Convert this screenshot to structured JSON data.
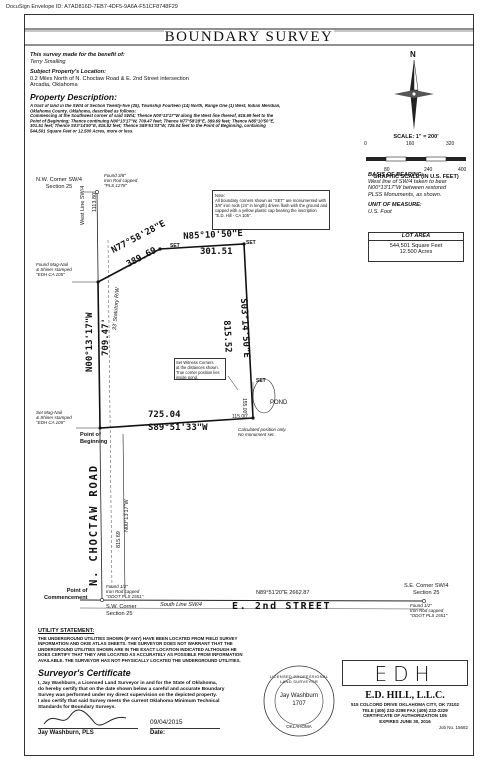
{
  "docusign_envelope": "DocuSign Envelope ID: A7AD816D-7EB7-4DF5-9A6A-F51CF8748F29",
  "title": "BOUNDARY SURVEY",
  "benefit": {
    "heading": "This survey made for the benefit of:",
    "name": "Terry Smalling"
  },
  "location": {
    "heading": "Subject Property's Location:",
    "line1": "0.2 Miles North of N. Choctaw Road & E. 2nd Street intersection",
    "line2": "Arcadia, Oklahoma"
  },
  "description": {
    "heading": "Property Description:",
    "lines": [
      "A tract of land in the SW/4 of Section Twenty-five (25), Township Fourteen (14) North, Range One (1) West, Indian Meridian,",
      "Oklahoma County, Oklahoma, described as follows:",
      "Commencing at the Southwest corner of said SW/4; Thence N00°13'17\"W along the West line thereof, 815.69 feet to the",
      "Point of Beginning; Thence continuing N00°13'17\"W, 709.47 feet; Thence N77°58'28\"E, 389.69 feet; Thence N85°10'50\"E,",
      "301.51 feet; Thence S03°14'50\"E, 815.52 feet; Thence S89°51'33\"W, 725.04 feet to the Point of Beginning, containing",
      "544,501 Square Feet or 12.500 Acres, more or less."
    ]
  },
  "north_arrow": {
    "label": "N",
    "icon": "north-arrow-icon"
  },
  "scale": {
    "title": "SCALE: 1\" = 200'",
    "ticks_top": [
      "0",
      "160",
      "320"
    ],
    "ticks_bottom": [
      "80",
      "240",
      "400"
    ],
    "caption": "GRAPHIC SCALE (IN U.S. FEET)"
  },
  "basis": {
    "heading": "BASIS OF BEARING:",
    "lines": [
      "West line of SW/4 taken to bear",
      "N00°13'17\"W between restored",
      "PLSS Monuments, as shown."
    ]
  },
  "unit": {
    "heading": "UNIT OF MEASURE:",
    "value": "U.S. Foot"
  },
  "lot_area": {
    "heading": "LOT AREA",
    "sqft": "544,501 Square Feet",
    "acres": "12.500 Acres"
  },
  "note": {
    "lines": [
      "Note:",
      "All boundary corners shown as \"SET\" are monumented with",
      "3/8\" iron rods (24\" in length) driven flush with the ground and",
      "capped with a yellow plastic cap bearing the inscription",
      "\"E.D. Hill - CA 105\"."
    ]
  },
  "plat": {
    "nw_corner": [
      "N.W. Corner SW/4",
      "Section 25"
    ],
    "found_nw": [
      "Found 3/8\"",
      "Iron Rod capped",
      "\"PLS 1278\""
    ],
    "west_line_label": "West Line SW/4",
    "west_dist_top": "1113.80'",
    "statutory_rw": "33' Statutory R/W",
    "found_mag": [
      "Found Mag-Nail",
      "& Shiner stamped",
      "\"EDH CA 105\""
    ],
    "set_mag": [
      "Set Mag-Nail",
      "& Shiner stamped",
      "\"EDH CA 105\""
    ],
    "bearing_west": "N00°13'17\"W",
    "dist_west": "709.47'",
    "bearing_nw": "N77°58'28\"E",
    "dist_nw": "389.69",
    "bearing_n": "N85°10'50\"E",
    "dist_n": "301.51",
    "bearing_e": "S03°14'50\"E",
    "dist_e": "815.52",
    "bearing_s": "S89°51'33\"W",
    "dist_s": "725.04",
    "set": "SET",
    "pob": [
      "Point of",
      "Beginning"
    ],
    "witness": [
      "Set Witness Corners",
      "at the distances shown.",
      "True corner position lies",
      "inside pond."
    ],
    "pond": "POND",
    "witness_dist1": "115.00'",
    "witness_dist2": "155.00'",
    "calculated": [
      "Calculated position only.",
      "No monument set."
    ],
    "road": "N. CHOCTAW ROAD",
    "road_dist": "815.69",
    "road_bearing": "N00°13'17\"W",
    "poc": [
      "Point of",
      "Commencement"
    ],
    "found_poc": [
      "Found 1/2\"",
      "Iron Rod capped",
      "\"ODOT PLS 1551\""
    ],
    "sw_corner": [
      "S.W. Corner",
      "Section 25"
    ],
    "south_line": "South Line SW/4",
    "south_bearing": "N89°51'20\"E  2662.87",
    "street": "E. 2nd STREET",
    "se_corner": [
      "S.E. Corner SW/4",
      "Section 25"
    ],
    "found_se": [
      "Found 1/2\"",
      "Iron Rod capped",
      "\"ODOT PLS 1551\""
    ]
  },
  "utility": {
    "heading": "UTILITY STATEMENT:",
    "lines": [
      "THE UNDERGROUND UTILITIES SHOWN (IF ANY) HAVE BEEN LOCATED FROM FIELD SURVEY",
      "INFORMATION AND OKIE ATLAS SHEETS. THE SURVEYOR DOES NOT WARRANT THAT THE",
      "UNDERGROUND UTILITIES SHOWN ARE IN THE EXACT LOCATION INDICATED ALTHOUGH HE",
      "DOES CERTIFY THAT THEY ARE LOCATED AS ACCURATELY AS POSSIBLE FROM INFORMATION",
      "AVAILABLE. THE SURVEYOR HAS NOT PHYSICALLY LOCATED THE UNDERGROUND UTILITIES."
    ]
  },
  "certificate": {
    "heading": "Surveyor's Certificate",
    "lines": [
      "I, Jay Washburn, a Licensed Land Surveyor in and for the State of Oklahoma,",
      "do hereby certify that on the date shown below a careful and accurate Boundary",
      "Survey was performed under my direct supervision on the depicted property.",
      "I also certify that said Survey meets the current Oklahoma Minimum Technical",
      "Standards for Boundary Surveys."
    ],
    "signer": "Jay Washburn, PLS",
    "date_value": "09/04/2015",
    "date_label": "Date:"
  },
  "seal": {
    "outer_top": "LICENSED PROFESSIONAL LAND SURVEYOR",
    "bottom": "OKLAHOMA",
    "name": "Jay Washburn",
    "number": "1707"
  },
  "company": {
    "logo": "EDH",
    "name": "E.D. HILL, L.L.C.",
    "lines": [
      "515 COLCORD DRIVE  OKLAHOMA CITY, OK 73102",
      "TELE (405) 232-2298   FAX (405) 232-2229",
      "CERTIFICATE OF AUTHORIZATION 105",
      "EXPIRES JUNE 30, 2016"
    ],
    "job": "Job No. 15682"
  }
}
